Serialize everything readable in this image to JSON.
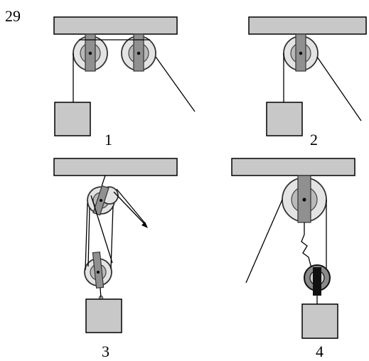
{
  "question_number": "29",
  "labels": [
    "1",
    "2",
    "3",
    "4"
  ]
}
